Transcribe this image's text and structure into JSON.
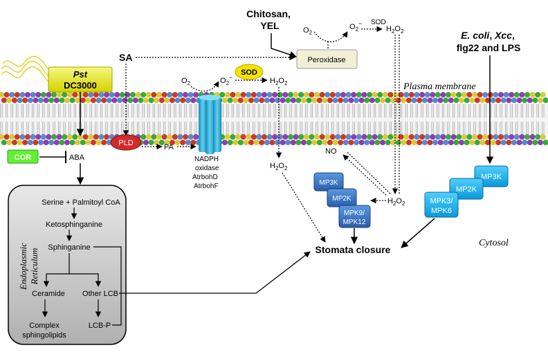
{
  "labels": {
    "chitosan": "Chitosan,",
    "yel": "YEL",
    "o2_top": "O",
    "o2_top_sub": "2",
    "superoxide_top": "O",
    "superoxide_top_sub": "2",
    "superoxide_top_sup": "−",
    "sod_top": "SOD",
    "h2o2_top": "H",
    "h2o2_top_sub1": "2",
    "h2o2_top_o": "O",
    "h2o2_top_sub2": "2",
    "peroxidase": "Peroxidase",
    "ecoli_line1_a": "E. coli",
    "ecoli_line1_b": ", ",
    "ecoli_line1_c": "Xcc",
    "ecoli_line1_d": ",",
    "ecoli_line2": "flg22 and LPS",
    "sa": "SA",
    "pst": "Pst",
    "dc3000": "DC3000",
    "o2_mem": "O",
    "o2_mem_sub": "2",
    "superoxide_mem": "O",
    "superoxide_mem_sub": "2",
    "superoxide_mem_sup": "−",
    "sod_mem": "SOD",
    "h2o2_mem": "H",
    "h2o2_mem_sub1": "2",
    "h2o2_mem_o": "O",
    "h2o2_mem_sub2": "2",
    "plasma_membrane": "Plasma membrane",
    "cor": "COR",
    "aba": "ABA",
    "pld": "PLD",
    "pa": "PA",
    "nadph_lines": [
      "NADPH",
      "oxidase",
      "AtrbohD",
      "AtrbohF"
    ],
    "h2o2_left": "H",
    "h2o2_left_sub1": "2",
    "h2o2_left_o": "O",
    "h2o2_left_sub2": "2",
    "no": "NO",
    "h2o2_center": "H",
    "h2o2_center_sub1": "2",
    "h2o2_center_o": "O",
    "h2o2_center_sub2": "2",
    "mp3k_mid": "MP3K",
    "mp2k_mid": "MP2K",
    "mpk9_line1": "MPK9/",
    "mpk9_line2": "MPK12",
    "mp3k_right": "MP3K",
    "mp2k_right": "MP2K",
    "mpk3_line1": "MPK3/",
    "mpk3_line2": "MPK6",
    "stomata_closure": "Stomata closure",
    "cytosol": "Cytosol",
    "er_line1": "Endoplasmic",
    "er_line2": "Reticulum",
    "serine": "Serine + Palmitoyl CoA",
    "ketosphinganine": "Ketosphinganine",
    "sphinganine": "Sphinganine",
    "ceramide": "Ceramide",
    "other_lcb": "Other LCB",
    "complex_line1": "Complex",
    "complex_line2": "sphingolipids",
    "lcbp": "LCB-P"
  },
  "colors": {
    "pst_box": "#e8e825",
    "cor_box": "#66ee33",
    "pld": "#d42a2a",
    "sod": "#f5e300",
    "nadph_channel": "#2ab0d8",
    "kinase_mid": "#3a78c8",
    "kinase_right": "#1ab0e8",
    "peroxidase_box": "#f2efd6",
    "er_box": "#cfcfcf",
    "lipid_head_colors": [
      "#d9c93a",
      "#8b3fb0",
      "#c93a2a",
      "#3aa83a",
      "#5a88c8"
    ]
  }
}
